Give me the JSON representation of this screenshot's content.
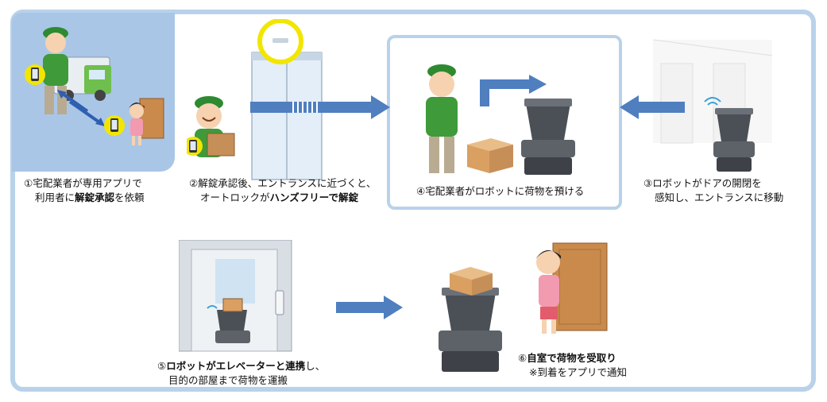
{
  "steps": [
    {
      "num": "①",
      "line1": "宅配業者が専用アプリで",
      "line2_pre": "利用者に",
      "line2_bold": "解錠承認",
      "line2_post": "を依頼"
    },
    {
      "num": "②",
      "line1": "解錠承認後、エントランスに近づくと、",
      "line2_pre": "オートロックが",
      "line2_bold": "ハンズフリーで解錠",
      "line2_post": ""
    },
    {
      "num": "③",
      "line1": "ロボットがドアの開閉を",
      "line2_pre": "感知し、エントランスに移動",
      "line2_bold": "",
      "line2_post": ""
    },
    {
      "num": "④",
      "line1": "宅配業者がロボットに荷物を預ける"
    },
    {
      "num": "⑤",
      "line1_bold": "ロボットがエレベーターと連携",
      "line1_post": "し、",
      "line2": "目的の部屋まで荷物を運搬"
    },
    {
      "num": "⑥",
      "line1_bold": "自室で荷物を受取り",
      "line2": "※到着をアプリで通知"
    }
  ],
  "colors": {
    "frame": "#b9d2ea",
    "step1_bg": "#a9c6e6",
    "arrow": "#4f7fbf",
    "uniform": "#3f9a3a",
    "robot": "#5d6168",
    "box": "#d9a062",
    "door": "#c98a4c",
    "sensor_ring": "#f2e600"
  },
  "icons": [
    "courier-icon",
    "delivery-truck-icon",
    "smartphone-icon",
    "resident-icon",
    "door-icon",
    "entrance-door-icon",
    "robot-icon",
    "package-icon",
    "elevator-icon",
    "flow-arrow-icon"
  ]
}
